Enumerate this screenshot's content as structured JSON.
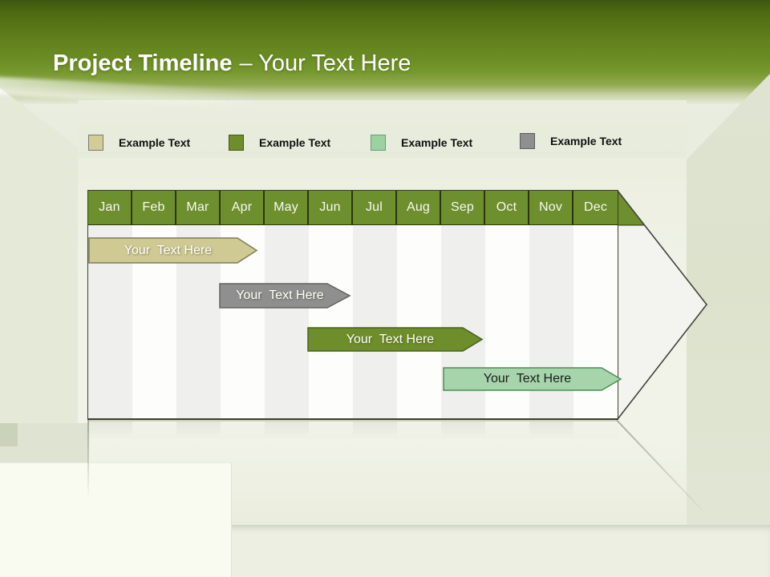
{
  "slide": {
    "title_bold": "Project Timeline",
    "title_rest": "– Your Text Here"
  },
  "legend": {
    "items": [
      {
        "label": "Example Text",
        "color": "#d2cc96"
      },
      {
        "label": "Example Text",
        "color": "#6d8e2a"
      },
      {
        "label": "Example Text",
        "color": "#9cd2a2"
      },
      {
        "label": "Example Text",
        "color": "#8f8f8f"
      }
    ]
  },
  "timeline": {
    "months": [
      "Jan",
      "Feb",
      "Mar",
      "Apr",
      "May",
      "Jun",
      "Jul",
      "Aug",
      "Sep",
      "Oct",
      "Nov",
      "Dec"
    ],
    "colors": {
      "header": "#6e8f2d",
      "header_border": "#2c350f",
      "table_border": "#3c4224",
      "stripe_odd": "#efefee",
      "stripe_even": "#fdfdfc",
      "arrow_fill": "#f3f4f0",
      "arrow_stroke": "#43433a"
    },
    "bars": [
      {
        "label": "Your  Text Here",
        "fill": "#cfc993",
        "stroke": "#7d7f55",
        "text_color": "#ffffff"
      },
      {
        "label": "Your  Text Here",
        "fill": "#8f8f8f",
        "stroke": "#636363",
        "text_color": "#ffffff"
      },
      {
        "label": "Your  Text Here",
        "fill": "#6d8e2a",
        "stroke": "#4a611b",
        "text_color": "#ffffff"
      },
      {
        "label": "Your  Text Here",
        "fill": "#a6d4ab",
        "stroke": "#4b8f55",
        "text_color": "#1c1c1c"
      }
    ]
  },
  "chart_data": {
    "type": "bar",
    "subtype": "gantt-timeline",
    "title": "Project Timeline – Your Text Here",
    "categories": [
      "Jan",
      "Feb",
      "Mar",
      "Apr",
      "May",
      "Jun",
      "Jul",
      "Aug",
      "Sep",
      "Oct",
      "Nov",
      "Dec"
    ],
    "x_axis": {
      "unit": "months from Jan start",
      "range": [
        0,
        12
      ]
    },
    "series": [
      {
        "label": "Your Text Here",
        "row": 1,
        "start_month": 0.0,
        "end_month": 3.8,
        "color": "#cfc993"
      },
      {
        "label": "Your Text Here",
        "row": 2,
        "start_month": 3.0,
        "end_month": 5.9,
        "color": "#8f8f8f"
      },
      {
        "label": "Your Text Here",
        "row": 3,
        "start_month": 5.0,
        "end_month": 8.9,
        "color": "#6d8e2a"
      },
      {
        "label": "Your Text Here",
        "row": 4,
        "start_month": 8.0,
        "end_month": 12.1,
        "color": "#a6d4ab"
      }
    ],
    "legend": [
      "Example Text",
      "Example Text",
      "Example Text",
      "Example Text"
    ],
    "legend_position": "top",
    "grid": "vertical-month-stripes"
  }
}
